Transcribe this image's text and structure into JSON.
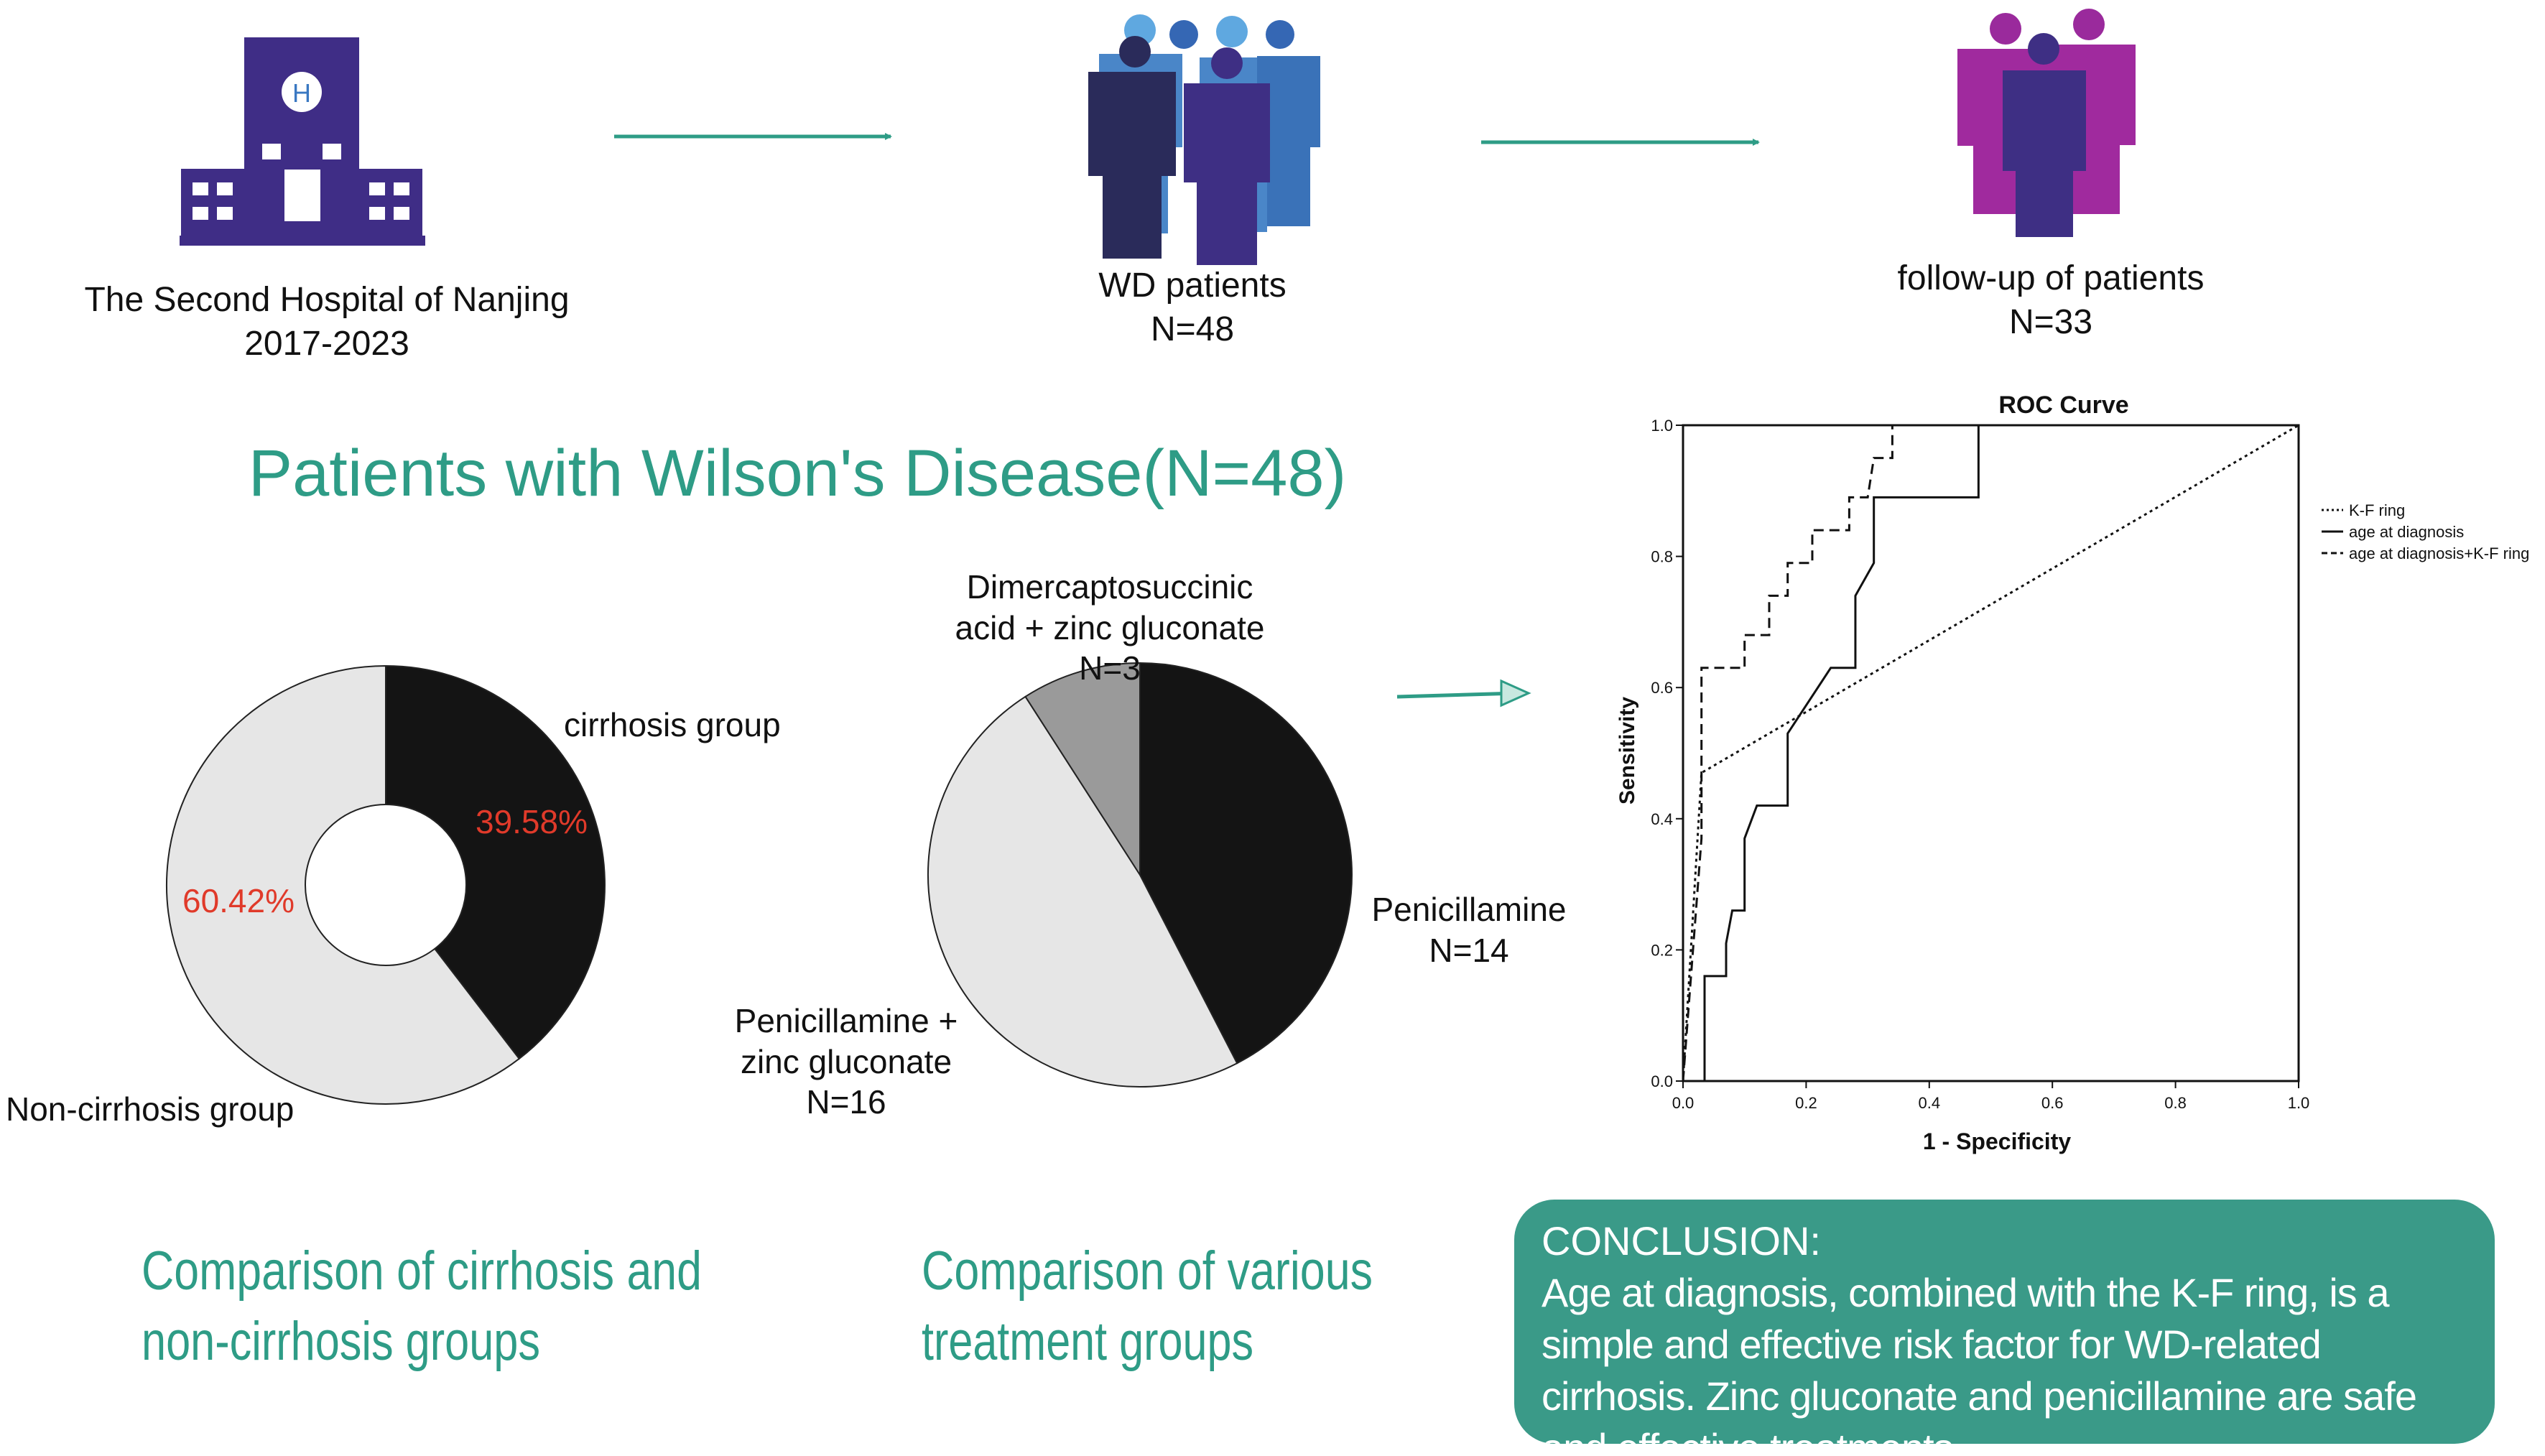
{
  "colors": {
    "teal": "#2e9c86",
    "hospital": "#3f2d86",
    "arrow": "#2e9c86",
    "cirrhosis_black": "#141414",
    "light_gray": "#e6e6e6",
    "mid_gray": "#9a9a9a",
    "pct_red": "#e03a2a",
    "conclusion_bg": "#3a9a88"
  },
  "flow": {
    "hospital": {
      "icon": "hospital-icon",
      "icon_letter": "H",
      "line1": "The Second Hospital of Nanjing",
      "line2": "2017-2023"
    },
    "patients": {
      "icon": "people-group-icon",
      "line1": "WD patients",
      "line2": "N=48"
    },
    "followup": {
      "icon": "people-group-icon",
      "line1": "follow-up of  patients",
      "line2": "N=33"
    }
  },
  "main_title": "Patients with Wilson's Disease(N=48)",
  "donut": {
    "slices": [
      {
        "label": "cirrhosis group",
        "percent_text": "39.58%",
        "value": 39.58,
        "color": "#141414"
      },
      {
        "label": "Non-cirrhosis group",
        "percent_text": "60.42%",
        "value": 60.42,
        "color": "#e6e6e6"
      }
    ],
    "caption_line1": "Comparison of  cirrhosis and",
    "caption_line2": "non-cirrhosis groups"
  },
  "pie": {
    "slices": [
      {
        "label_lines": [
          "Penicillamine",
          "N=14"
        ],
        "value": 14,
        "color": "#141414"
      },
      {
        "label_lines": [
          "Penicillamine +",
          "zinc gluconate",
          "N=16"
        ],
        "value": 16,
        "color": "#e6e6e6"
      },
      {
        "label_lines": [
          "Dimercaptosuccinic",
          "acid + zinc gluconate",
          "N=3"
        ],
        "value": 3,
        "color": "#9a9a9a"
      }
    ],
    "caption_line1": "Comparison of  various",
    "caption_line2": "treatment groups"
  },
  "chart_data": {
    "type": "line",
    "title": "ROC Curve",
    "xlabel": "1 - Specificity",
    "ylabel": "Sensitivity",
    "xlim": [
      0,
      1
    ],
    "ylim": [
      0,
      1
    ],
    "x_ticks": [
      "0.0",
      "0.2",
      "0.4",
      "0.6",
      "0.8",
      "1.0"
    ],
    "y_ticks": [
      "0.0",
      "0.2",
      "0.4",
      "0.6",
      "0.8",
      "1.0"
    ],
    "grid": false,
    "legend_position": "right",
    "series": [
      {
        "name": "K-F ring",
        "style": "dotted",
        "x": [
          0,
          0.03,
          1.0
        ],
        "y": [
          0,
          0.47,
          1.0
        ]
      },
      {
        "name": "age at diagnosis",
        "style": "solid",
        "x": [
          0,
          0.035,
          0.035,
          0.07,
          0.07,
          0.08,
          0.1,
          0.1,
          0.12,
          0.13,
          0.17,
          0.17,
          0.24,
          0.24,
          0.28,
          0.28,
          0.31,
          0.31,
          0.48,
          0.48,
          1.0
        ],
        "y": [
          0,
          0.0,
          0.16,
          0.16,
          0.21,
          0.26,
          0.26,
          0.37,
          0.42,
          0.42,
          0.42,
          0.53,
          0.63,
          0.63,
          0.63,
          0.74,
          0.79,
          0.89,
          0.89,
          1.0,
          1.0
        ]
      },
      {
        "name": "age at diagnosis+K-F ring",
        "style": "dashed",
        "x": [
          0,
          0.03,
          0.03,
          0.1,
          0.1,
          0.14,
          0.14,
          0.17,
          0.17,
          0.21,
          0.21,
          0.27,
          0.27,
          0.3,
          0.31,
          0.34,
          0.34,
          1.0
        ],
        "y": [
          0,
          0.37,
          0.63,
          0.63,
          0.68,
          0.68,
          0.74,
          0.74,
          0.79,
          0.79,
          0.84,
          0.84,
          0.89,
          0.89,
          0.95,
          0.95,
          1.0,
          1.0
        ]
      }
    ]
  },
  "conclusion": {
    "heading": "CONCLUSION:",
    "text": "Age at diagnosis, combined with the K-F ring, is a simple and effective risk factor for WD-related cirrhosis. Zinc gluconate and penicillamine are safe and effective treatments."
  }
}
